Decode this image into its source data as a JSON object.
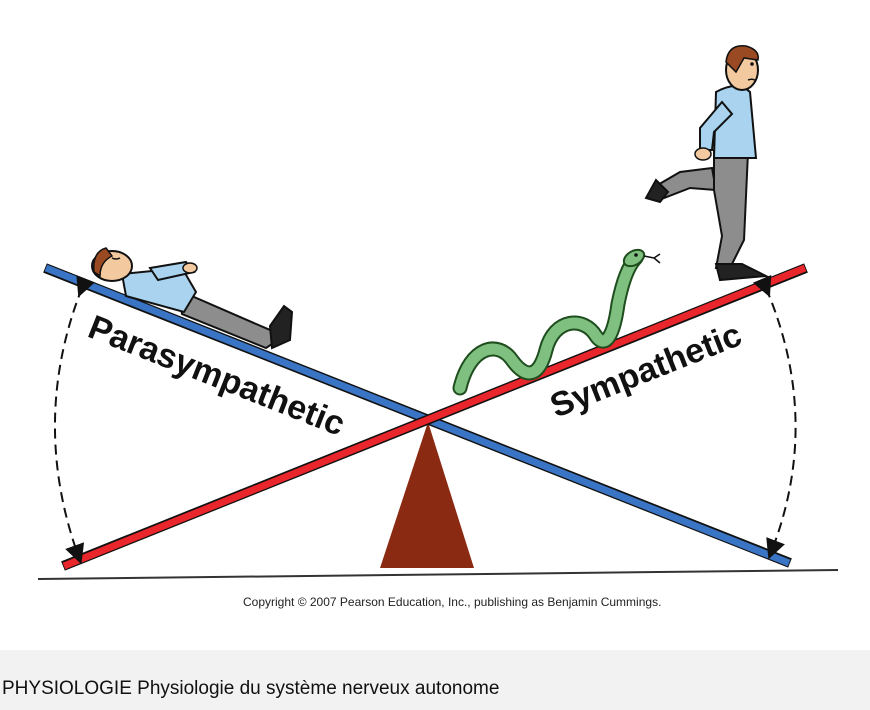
{
  "diagram": {
    "labels": {
      "parasympathetic": "Parasympathetic",
      "sympathetic": "Sympathetic"
    },
    "copyright": "Copyright © 2007 Pearson Education, Inc., publishing as Benjamin Cummings.",
    "colors": {
      "parasympathetic_beam": "#3a74c4",
      "sympathetic_beam": "#e8262b",
      "fulcrum": "#8b2a12",
      "snake": "#7fbf7f",
      "shirt": "#a9d3ef",
      "pants": "#8d8d8d",
      "hair": "#9a4a22"
    }
  },
  "caption": {
    "text": "PHYSIOLOGIE Physiologie du système nerveux autonome"
  }
}
